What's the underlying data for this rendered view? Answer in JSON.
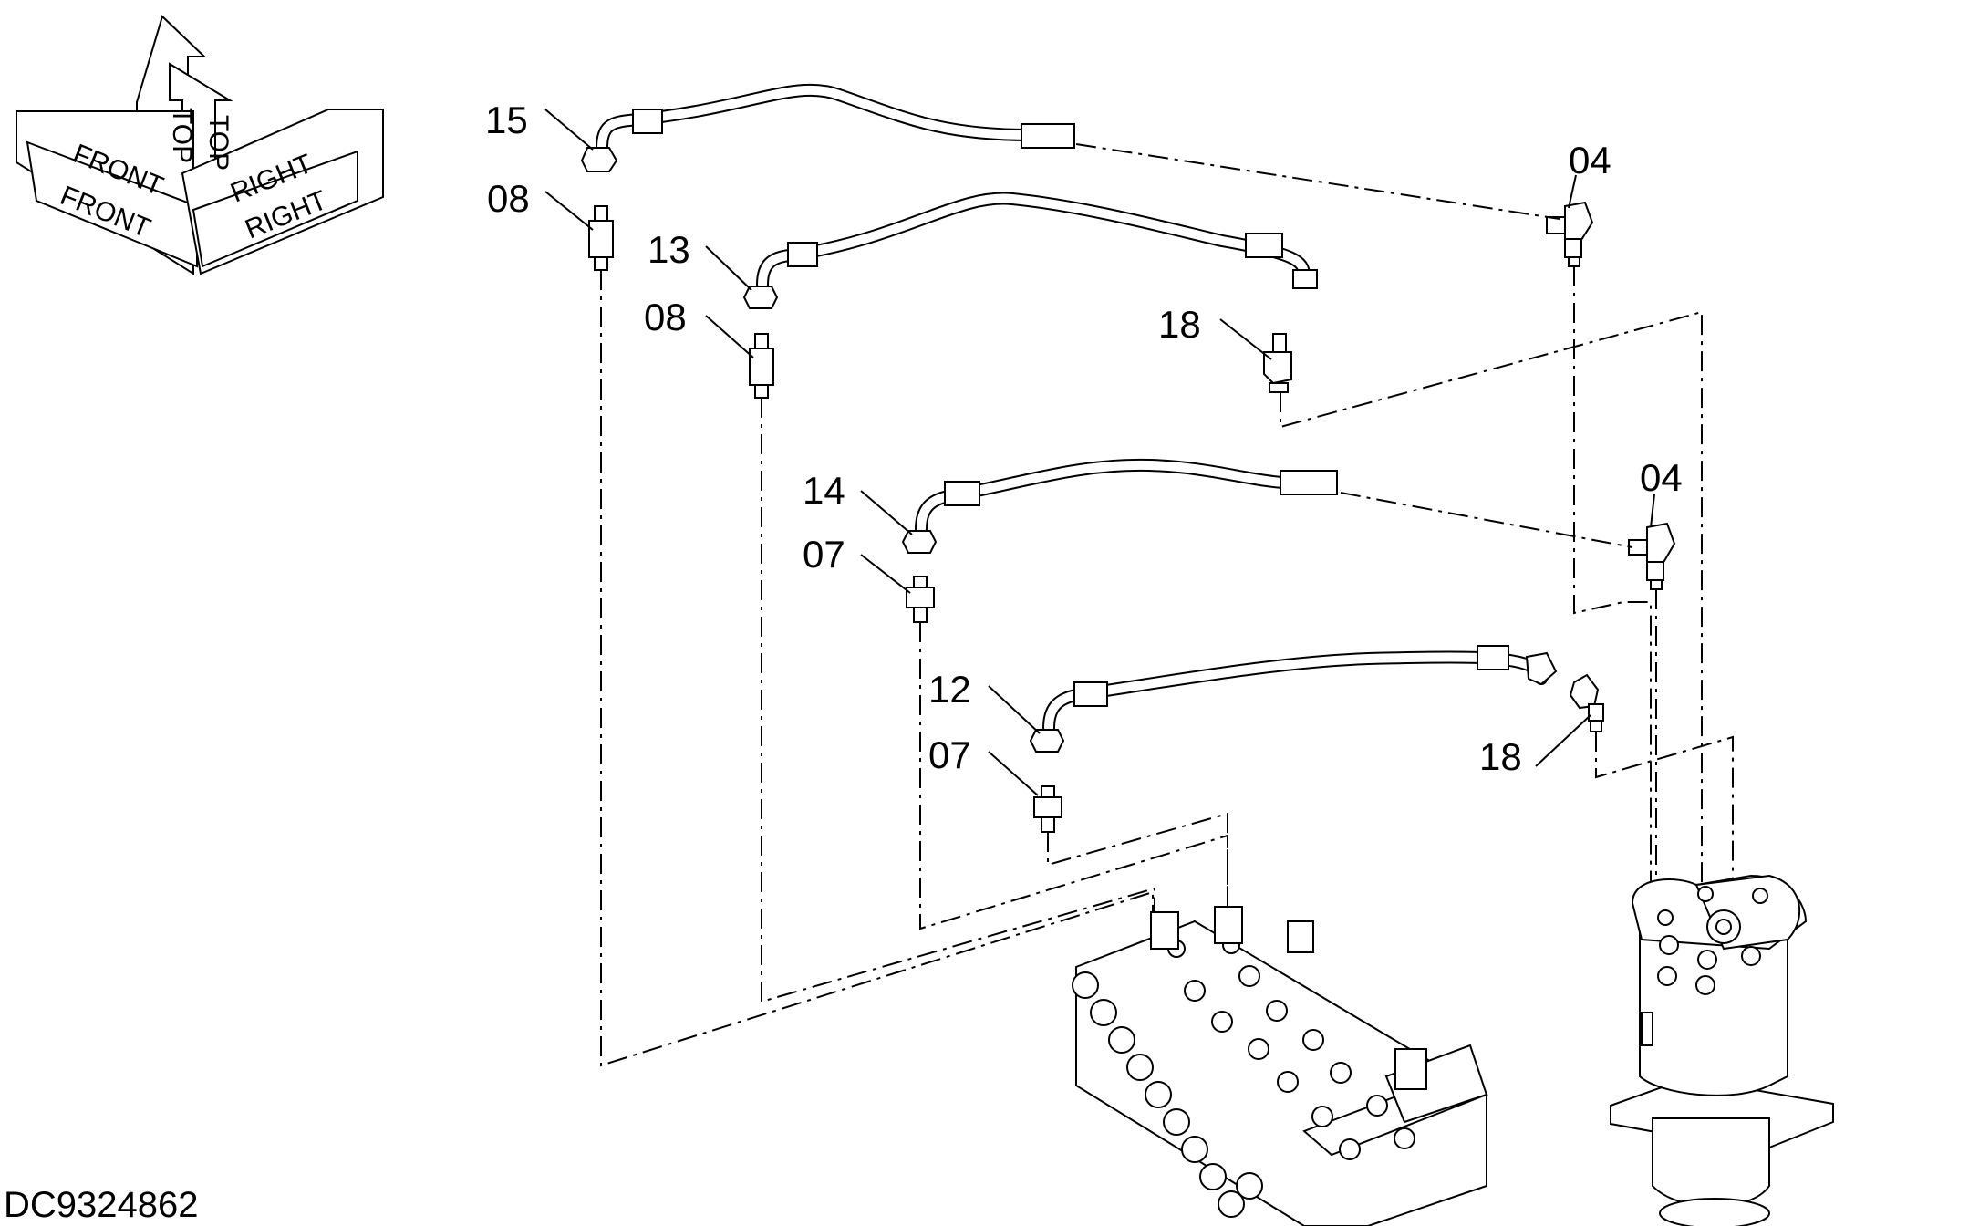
{
  "orientation": {
    "labels": [
      "FRONT",
      "FRONT",
      "TOP",
      "TOP",
      "RIGHT",
      "RIGHT"
    ]
  },
  "callouts": [
    "15",
    "08",
    "13",
    "08",
    "18",
    "04",
    "14",
    "07",
    "04",
    "12",
    "07",
    "18"
  ],
  "drawing_code": "DC9324862"
}
